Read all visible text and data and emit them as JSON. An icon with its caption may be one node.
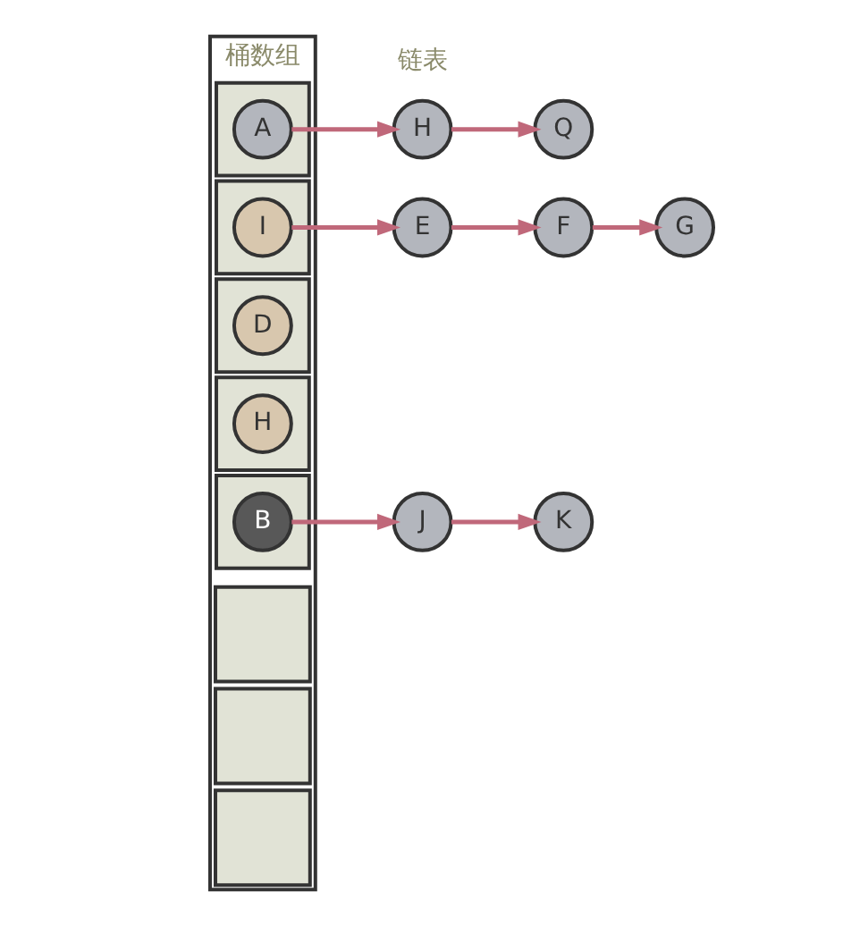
{
  "diagram": {
    "nodes": [
      {
        "text": [
          "桶数组"
        ]
      },
      {
        "text": [],
        "shape": "box",
        "in": 0
      },
      {
        "text": [],
        "shape": "box",
        "in": 0
      },
      {
        "text": [],
        "shape": "box",
        "in": 0
      },
      {
        "text": [
          "A"
        ],
        "in": 3
      },
      {
        "text": [],
        "shape": "box",
        "in": 0
      },
      {
        "text": [
          "I"
        ],
        "in": 5
      },
      {
        "text": [],
        "shape": "box",
        "in": 0
      },
      {
        "text": [
          "D"
        ],
        "in": 7
      },
      {
        "text": [],
        "shape": "box",
        "in": 0
      },
      {
        "text": [
          "H"
        ],
        "in": 9
      },
      {
        "text": [],
        "shape": "box",
        "in": 0
      },
      {
        "text": [
          "B"
        ],
        "in": 11
      },
      {
        "text": [],
        "shape": "box",
        "in": 0
      },
      {
        "text": [
          "H"
        ]
      },
      {
        "text": [
          "Q"
        ]
      },
      {
        "text": [
          "E"
        ]
      },
      {
        "text": [
          "F"
        ]
      },
      {
        "text": [
          "G"
        ]
      },
      {
        "text": [
          "J"
        ]
      },
      {
        "text": [
          "K"
        ]
      }
    ],
    "edges": [
      {
        "from": 4,
        "to": 14,
        "arrow": "to"
      },
      {
        "from": 14,
        "to": 15,
        "arrow": "to"
      },
      {
        "from": 6,
        "to": 16,
        "arrow": "to"
      },
      {
        "from": 16,
        "to": 17,
        "arrow": "to"
      },
      {
        "from": 17,
        "to": 18,
        "arrow": "to"
      },
      {
        "from": 12,
        "to": 19,
        "arrow": "to"
      },
      {
        "from": 19,
        "to": 20,
        "arrow": "to"
      }
    ],
    "labels": [
      "链表"
    ]
  }
}
